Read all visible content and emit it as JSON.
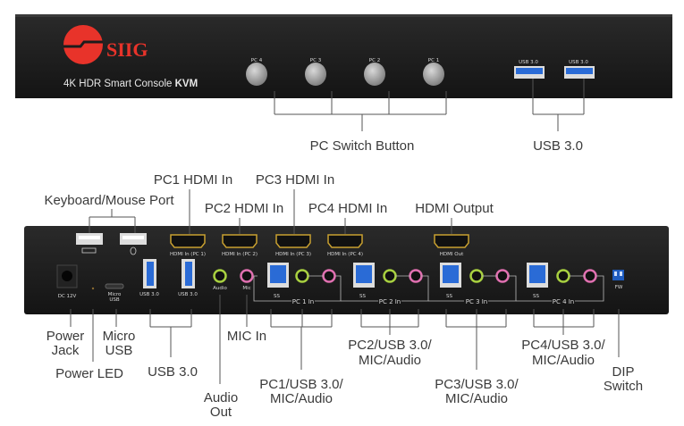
{
  "front": {
    "brand": "SIIG",
    "model_prefix": "4K HDR Smart Console ",
    "model_bold": "KVM",
    "buttons": [
      "PC 4",
      "PC 3",
      "PC 2",
      "PC 1"
    ],
    "usb_ports": [
      "USB 3.0",
      "USB 3.0"
    ],
    "callouts": {
      "pc_switch": "PC Switch Button",
      "usb": "USB 3.0"
    }
  },
  "back": {
    "hdmi_in": [
      "HDMI In (PC 1)",
      "HDMI In (PC 2)",
      "HDMI In (PC 3)",
      "HDMI In (PC 4)"
    ],
    "hdmi_out": "HDMI Out",
    "dc": "DC 12V",
    "micro_usb": [
      "Micro",
      "USB"
    ],
    "usb3": [
      "USB 3.0",
      "USB 3.0"
    ],
    "audio": "Audio",
    "mic": "Mic",
    "pc_groups": [
      "PC 1 In",
      "PC 2 In",
      "PC 3 In",
      "PC 4 In"
    ],
    "ss_logo": "SS",
    "fw": "FW"
  },
  "callouts": {
    "keyboard_mouse": "Keyboard/Mouse Port",
    "pc1_hdmi": "PC1 HDMI In",
    "pc2_hdmi": "PC2 HDMI In",
    "pc3_hdmi": "PC3 HDMI In",
    "pc4_hdmi": "PC4 HDMI In",
    "hdmi_output": "HDMI Output",
    "power_jack": [
      "Power",
      "Jack"
    ],
    "power_led": "Power LED",
    "micro_usb": [
      "Micro",
      "USB"
    ],
    "usb3": "USB 3.0",
    "audio_out": [
      "Audio",
      "Out"
    ],
    "mic_in": "MIC In",
    "pc1_group": [
      "PC1/USB 3.0/",
      "MIC/Audio"
    ],
    "pc2_group": [
      "PC2/USB 3.0/",
      "MIC/Audio"
    ],
    "pc3_group": [
      "PC3/USB 3.0/",
      "MIC/Audio"
    ],
    "pc4_group": [
      "PC4/USB 3.0/",
      "MIC/Audio"
    ],
    "dip_switch": [
      "DIP",
      "Switch"
    ]
  }
}
